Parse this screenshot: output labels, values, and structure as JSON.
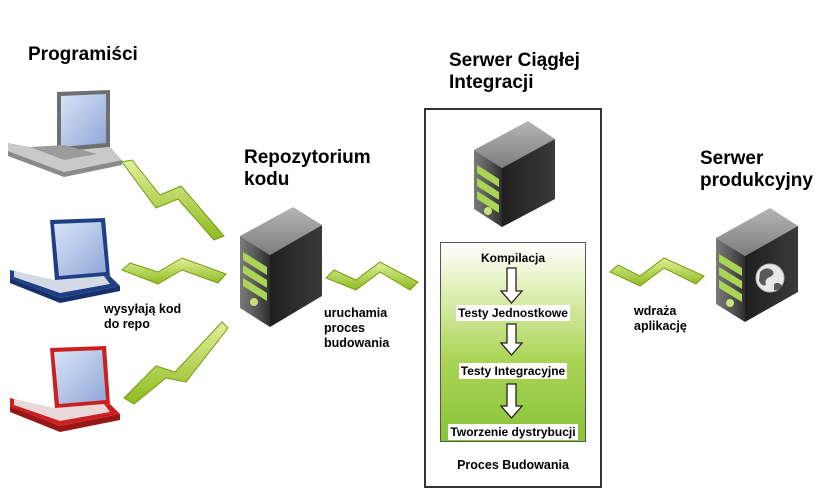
{
  "developers": {
    "title": "Programiści",
    "arrow_label_line1": "wysyłają kod",
    "arrow_label_line2": "do repo"
  },
  "repository": {
    "title_line1": "Repozytorium",
    "title_line2": "kodu",
    "arrow_label_line1": "uruchamia",
    "arrow_label_line2": "proces",
    "arrow_label_line3": "budowania"
  },
  "ci_server": {
    "title_line1": "Serwer Ciągłej",
    "title_line2": "Integracji",
    "build_steps": [
      "Kompilacja",
      "Testy Jednostkowe",
      "Testy Integracyjne",
      "Tworzenie dystrybucji"
    ],
    "build_caption": "Proces Budowania",
    "arrow_label_line1": "wdraża",
    "arrow_label_line2": "aplikację"
  },
  "production": {
    "title_line1": "Serwer",
    "title_line2": "produkcyjny"
  },
  "colors": {
    "laptop_1": "#9aa0a8",
    "laptop_2": "#1f3f85",
    "laptop_3": "#cc1f1f",
    "lightning": "#b6d93a",
    "server_stripe": "#a9d454",
    "build_green": "#89c33a"
  }
}
